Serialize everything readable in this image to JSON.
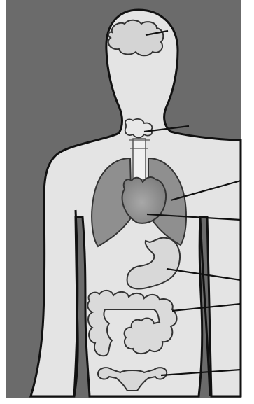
{
  "figure": {
    "colors": {
      "background": "#6b6b6b",
      "body_fill": "#e4e4e4",
      "outline": "#111111",
      "organ_fill": "#d0d0d0",
      "lung_fill": "#8f8f8f",
      "heart_fill": "#8a8a8a",
      "leader_line": "#111111",
      "paper": "#ffffff"
    },
    "organs": [
      {
        "id": "brain",
        "icon": "brain-icon"
      },
      {
        "id": "thyroid",
        "icon": "thyroid-icon"
      },
      {
        "id": "lungs",
        "icon": "lungs-icon"
      },
      {
        "id": "heart",
        "icon": "heart-icon"
      },
      {
        "id": "stomach",
        "icon": "stomach-icon"
      },
      {
        "id": "colon",
        "icon": "colon-icon"
      },
      {
        "id": "uterus",
        "icon": "uterus-icon"
      }
    ]
  }
}
